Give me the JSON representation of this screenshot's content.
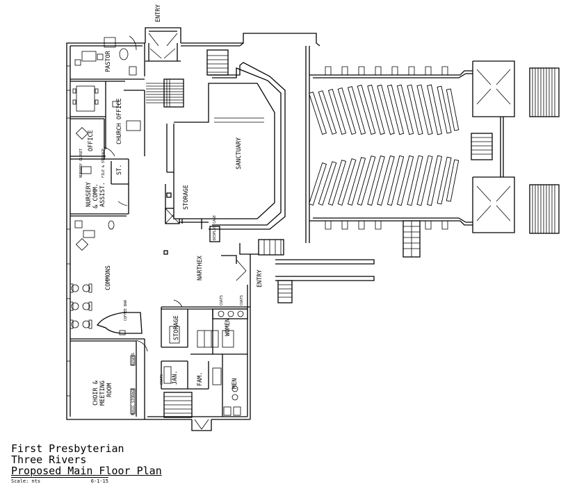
{
  "rooms": {
    "pastor": "PASTOR",
    "church_office": "CHURCH OFFICE",
    "office": "OFFICE",
    "st": "ST.",
    "nursery": "NURSERY & COMM. ASSIST.",
    "commons": "COMMONS",
    "choir": "CHOIR & MEETING ROOM",
    "sanctuary": "SANCTUARY",
    "storage_center": "STORAGE",
    "narthex": "NARTHEX",
    "storage_lower": "STORAGE",
    "women": "WOMEN",
    "men": "MEN",
    "fam": "FAM.",
    "jan": "JAN.",
    "entry_top": "ENTRY",
    "entry_right": "ENTRY"
  },
  "small_labels": {
    "coats_1": "COATS",
    "coats_2": "COATS",
    "coats_3": "COATS",
    "music_storage": "MUSIC STORAGE",
    "nursery_closet": "NURSERY CLOSET",
    "file_storage": "FILE & STORAGE",
    "coffee_bar": "COFFEE BAR",
    "display_case": "DISPLAY CASE",
    "risers": "RISERS"
  },
  "title_block": {
    "line1": "First Presbyterian",
    "line2": "Three Rivers",
    "line3": "Proposed Main Floor Plan",
    "scale": "Scale: nts",
    "date": "6-1-15"
  }
}
